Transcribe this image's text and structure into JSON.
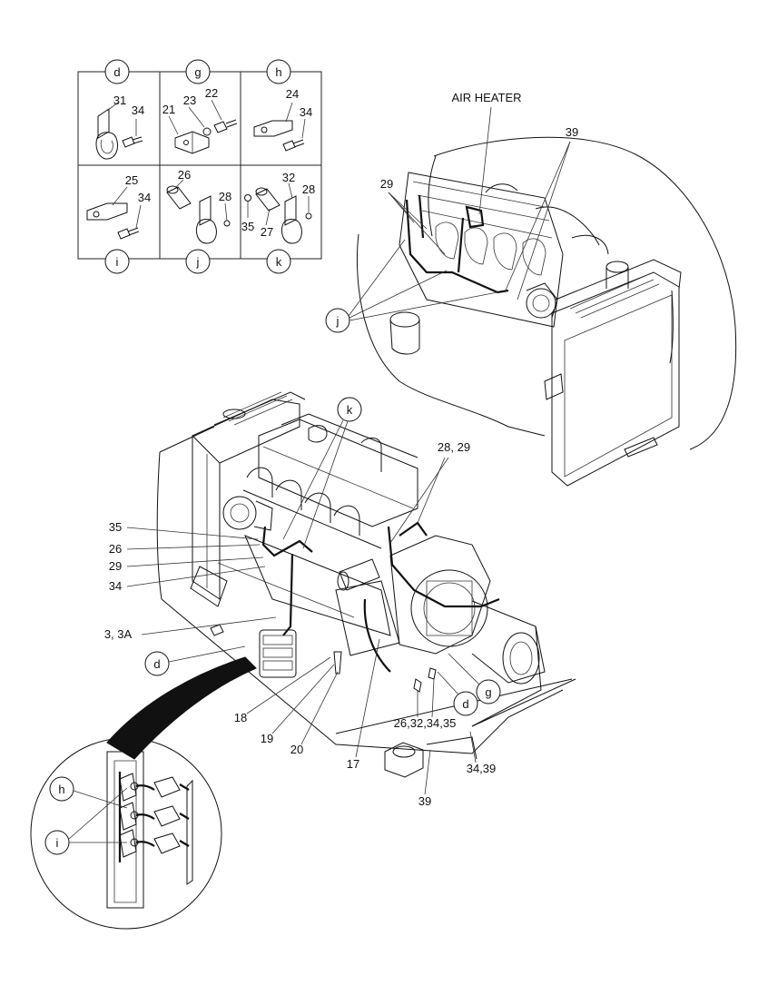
{
  "detail_grid": {
    "top_row_labels": [
      "d",
      "g",
      "h"
    ],
    "bottom_row_labels": [
      "i",
      "j",
      "k"
    ],
    "cell_d_parts": [
      "31",
      "34"
    ],
    "cell_g_parts": [
      "23",
      "22",
      "21"
    ],
    "cell_h_parts": [
      "24",
      "34"
    ],
    "cell_i_parts": [
      "25",
      "34"
    ],
    "cell_j_parts": [
      "26",
      "28"
    ],
    "cell_k_parts": [
      "32",
      "28",
      "35",
      "27"
    ]
  },
  "upper_view": {
    "air_heater_label": "AIR HEATER",
    "callout_39": "39",
    "callout_29": "29",
    "callout_j": "j"
  },
  "lower_view": {
    "callout_k": "k",
    "callout_28_29": "28, 29",
    "callout_35": "35",
    "callout_26": "26",
    "callout_29": "29",
    "callout_34": "34",
    "callout_3_3a": "3, 3A",
    "callout_d": "d",
    "callout_18": "18",
    "callout_19": "19",
    "callout_20": "20",
    "callout_17": "17",
    "callout_26_32_34_35": "26,32,34,35",
    "callout_d2": "d",
    "callout_g": "g",
    "callout_34_39": "34,39",
    "callout_39": "39"
  },
  "inset": {
    "callout_h": "h",
    "callout_i": "i"
  }
}
